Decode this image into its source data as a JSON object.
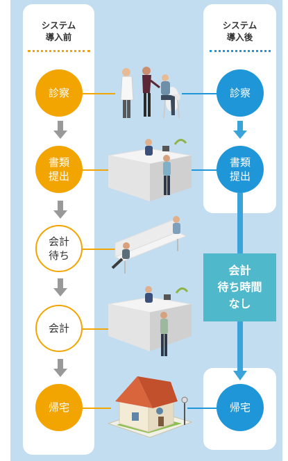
{
  "before": {
    "header": "システム\n導入前",
    "steps": [
      {
        "label": "診察",
        "style": "filled"
      },
      {
        "label": "書類\n提出",
        "style": "filled"
      },
      {
        "label": "会計\n待ち",
        "style": "outline"
      },
      {
        "label": "会計",
        "style": "outline"
      },
      {
        "label": "帰宅",
        "style": "filled"
      }
    ]
  },
  "after": {
    "header": "システム\n導入後",
    "steps": [
      {
        "label": "診察"
      },
      {
        "label": "書類\n提出"
      },
      {
        "label": "帰宅"
      }
    ],
    "no_wait_label": "会計\n待ち時間\nなし"
  },
  "colors": {
    "background": "#c3ddf0",
    "before_accent": "#f2a400",
    "after_accent": "#1e96d8",
    "no_wait_box": "#4fb8cb",
    "arrow_gray": "#999999",
    "arrow_blue": "#3aa3d9"
  }
}
